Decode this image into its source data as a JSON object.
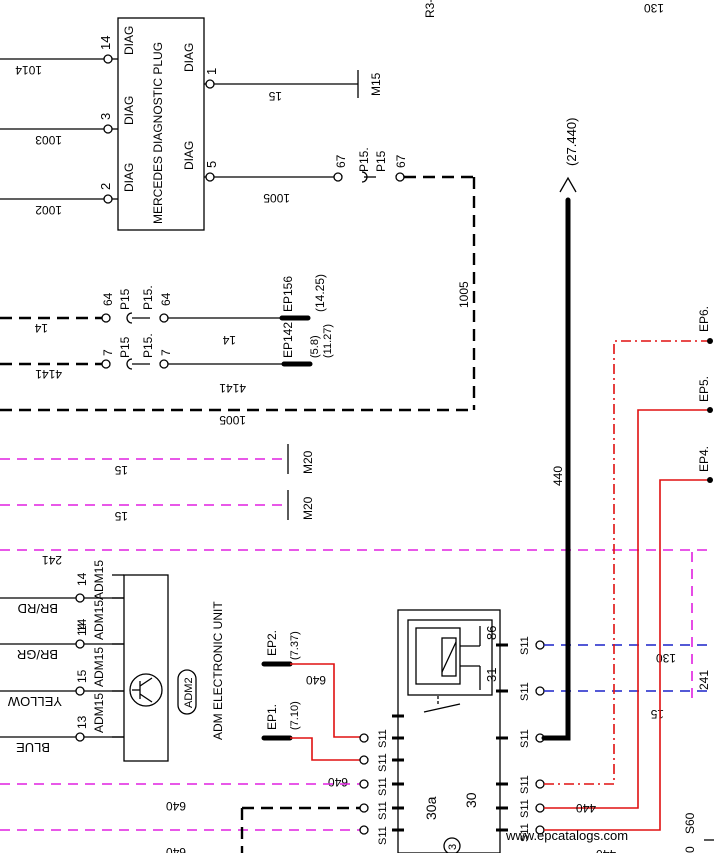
{
  "diagram": {
    "plug": {
      "title": "MERCEDES DIAGNOSTIC PLUG",
      "pins": [
        {
          "num": "14",
          "label": "DIAG",
          "wire": "1014"
        },
        {
          "num": "3",
          "label": "DIAG",
          "wire": "1003"
        },
        {
          "num": "2",
          "label": "DIAG",
          "wire": "1002"
        },
        {
          "num": "1",
          "label": "DIAG",
          "wire": "15",
          "ground": "M15"
        },
        {
          "num": "5",
          "label": "DIAG",
          "wire": "1005"
        }
      ]
    },
    "connector_p15": {
      "top": {
        "a": "67",
        "b": "P15.",
        "c": "P15",
        "d": "67"
      },
      "mid1": {
        "a": "64",
        "b": "P15",
        "c": "P15.",
        "d": "64",
        "wire": "14",
        "ep": "EP156",
        "ref": "(14.25)"
      },
      "mid2": {
        "a": "7",
        "b": "P15",
        "c": "P15.",
        "d": "7",
        "wire": "4141",
        "ep": "EP142",
        "ref1": "(5.8)",
        "ref2": "(11.27)"
      }
    },
    "wires": {
      "w1005_vertical": "1005",
      "w1005_bottom": "1005",
      "w14_left": "14",
      "w4141_left": "4141",
      "w440": "440",
      "ref_27440": "(27.440)",
      "w130": "130",
      "w241_left": "241",
      "w15_right": "15",
      "w241_right": "241",
      "w640a": "640",
      "w640b": "640",
      "w640c": "640",
      "w640d": "640",
      "w440a": "440",
      "w440b": "440",
      "w130_top": "130"
    },
    "grounds": [
      {
        "wire": "15",
        "label": "M20"
      },
      {
        "wire": "15",
        "label": "M20"
      }
    ],
    "adm": {
      "title": "ADM ELECTRONIC UNIT",
      "badge": "ADM2",
      "pins": [
        {
          "num": "14",
          "conn": "ADM15",
          "color": "BR/RD"
        },
        {
          "num": "14",
          "conn": "ADM15",
          "color": "BR/GR"
        },
        {
          "num": "15",
          "conn": "ADM15",
          "color": "YELLOW"
        },
        {
          "num": "13",
          "conn": "ADM15",
          "color": "BLUE"
        }
      ],
      "top_pin": {
        "num": "14",
        "conn": "ADM15"
      }
    },
    "ep_labels": {
      "ep2": "EP2.",
      "ep2_ref": "(7.37)",
      "ep1": "EP1.",
      "ep1_ref": "(7.10)",
      "ep6": "EP6.",
      "ep5": "EP5.",
      "ep4": "EP4."
    },
    "relay": {
      "pins": {
        "p86": "86",
        "p31": "31",
        "p30a": "30a",
        "p30": "30",
        "num": "3"
      },
      "s11": "S11"
    },
    "misc": {
      "r3": "R3-",
      "s60": "S60",
      "zero": "0"
    },
    "watermark": "www.epcatalogs.com"
  }
}
